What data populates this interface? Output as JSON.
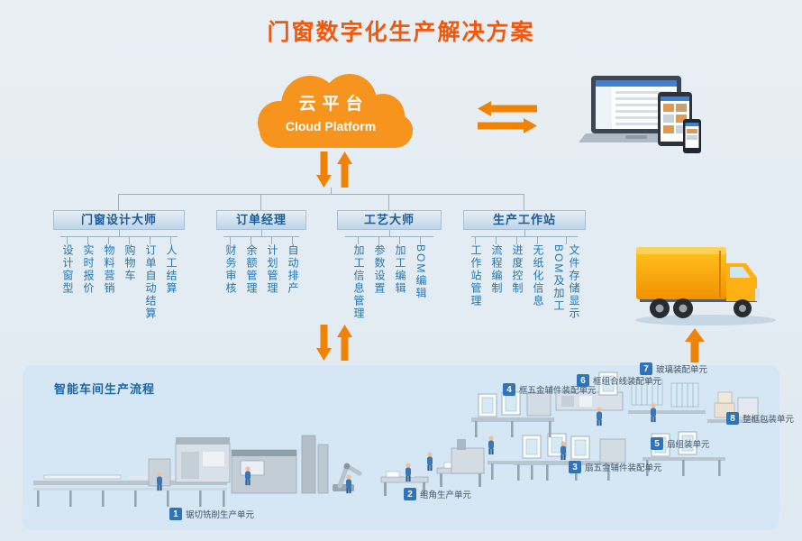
{
  "title": "门窗数字化生产解决方案",
  "cloud": {
    "name": "云平台",
    "subtitle": "Cloud Platform"
  },
  "branches": [
    {
      "label": "门窗设计大师",
      "children": [
        [
          "设计窗型"
        ],
        [
          "实时报价"
        ],
        [
          "物料营销"
        ],
        [
          "购物车"
        ],
        [
          "订单自动结算"
        ],
        [
          "人工结算"
        ]
      ]
    },
    {
      "label": "订单经理",
      "children": [
        [
          "财务审核"
        ],
        [
          "余额管理"
        ],
        [
          "计划管理"
        ],
        [
          "自动排产"
        ]
      ]
    },
    {
      "label": "工艺大师",
      "children": [
        [
          "加工信息管理"
        ],
        [
          "参数设置"
        ],
        [
          "加工编辑"
        ],
        [
          "BOM编辑"
        ]
      ]
    },
    {
      "label": "生产工作站",
      "children": [
        [
          "工作站管理"
        ],
        [
          "流程编制"
        ],
        [
          "进度控制"
        ],
        [
          "无纸化信息"
        ],
        [
          "文件存储显示",
          "BOM及加工"
        ]
      ]
    }
  ],
  "workshop": {
    "title": "智能车间生产流程",
    "stations": [
      {
        "num": "1",
        "label": "锯切铣削生产单元"
      },
      {
        "num": "2",
        "label": "组角生产单元"
      },
      {
        "num": "3",
        "label": "扇五金辅件装配单元"
      },
      {
        "num": "4",
        "label": "框五金辅件装配单元"
      },
      {
        "num": "5",
        "label": "扇组装单元"
      },
      {
        "num": "6",
        "label": "框组合线装配单元"
      },
      {
        "num": "7",
        "label": "玻璃装配单元"
      },
      {
        "num": "8",
        "label": "整框包装单元"
      }
    ]
  },
  "colors": {
    "title_orange": "#f3570a",
    "cloud_orange": "#f6941d",
    "arrow_orange": "#f08306",
    "header_blue": "#1a5c99",
    "child_blue": "#2277b5",
    "badge_blue": "#2e74b8",
    "panel_blue": "#d5e7f5",
    "connector_gray": "#9ab1c4"
  }
}
